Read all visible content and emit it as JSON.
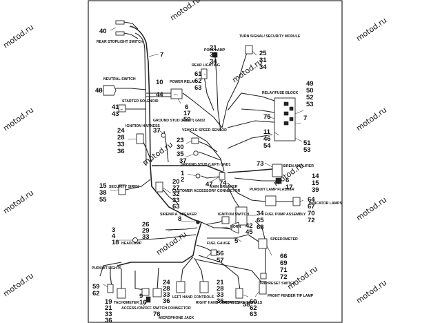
{
  "watermark": "motod.ru",
  "components": {
    "rear_stop": "REAR STOPLIGHT SWITCH",
    "turn_signal": "TURN SIGNAL/ SECURITY MODULE",
    "pole_lamp": "POLE LAMP",
    "rear_lighting": "REAR LIGHTING",
    "neutral_switch": "NEUTRAL SWITCH",
    "power_relay": "POWER RELAY",
    "starter_solenoid": "STARTER SOLENOID",
    "relay_fuse": "RELAY/FUSE BLOCK",
    "ground_stud_right": "GROUND STUD (RIGHT) GND2",
    "ignition_harness": "IGNITION HARNESS",
    "vehicle_speed": "VEHICLE SPEED SENSOR",
    "ground_stud_left": "GROUND STUD (LEFT) GND1",
    "siren_amplifier": "SIREN AMPLIFIER",
    "security_siren": "SECURITY SIREN",
    "customer_accessory": "CUSTOMER ACCESSORY CONNECTOR",
    "main_breaker": "MAIN BREAKER",
    "pursuit_flasher": "PURSUIT LAMP FLASHER",
    "indicator_lamps": "INDICATOR LAMPS",
    "fuel_pump": "FUEL PUMP ASSEMBLY",
    "siren_speaker": "SIREN/P.A. SPEAKER",
    "ignition_switch": "IGNITION SWITCH",
    "horn": "HORN",
    "headlamp": "HEADLAMP",
    "fuel_gauge": "FUEL GAUGE",
    "speedometer": "SPEEDOMETER",
    "pursuit_lights": "PURSUIT LIGHTS",
    "trip_reset": "TRIP/RESET SWITCH",
    "tachometer": "TACHOMETER",
    "accessory_switch": "ACCESS./ON/OFF SWITCH CONNECTOR",
    "left_hand": "LEFT HAND CONTROLS",
    "right_hand": "RIGHT HAND CONTROLS",
    "front_turn": "FRONT TURN SIGNALS",
    "front_fender": "FRONT FENDER TIP LAMP",
    "microphone": "MICROPHONE JACK"
  },
  "callouts": {
    "c40": "40",
    "c7a": "7",
    "c21a": "21",
    "c31a": "31",
    "c34a": "34",
    "c25": "25",
    "c31b": "31",
    "c34b": "34",
    "c61": "61",
    "c62a": "62",
    "c63a": "63",
    "c10": "10",
    "c44": "44",
    "c6": "6",
    "c17a": "17",
    "c50a": "50",
    "c48": "48",
    "c41": "41",
    "c43": "43",
    "c49": "49",
    "c50b": "50",
    "c52": "52",
    "c53a": "53",
    "c75": "75",
    "c7b": "7",
    "c11": "11",
    "c46": "46",
    "c54": "54",
    "c51": "51",
    "c53b": "53",
    "c37a": "37",
    "c24a": "24",
    "c28a": "28",
    "c33a": "33",
    "c36a": "36",
    "c23": "23",
    "c30": "30",
    "c35": "35",
    "c37b": "37",
    "c73": "73",
    "c14": "14",
    "c15a": "15",
    "c39": "39",
    "c1": "1",
    "c2": "2",
    "c47": "47",
    "c74": "74",
    "c6b": "6",
    "c17b": "17",
    "c15b": "15",
    "c38": "38",
    "c55": "55",
    "c20": "20",
    "c27": "27",
    "c32": "32",
    "c33b": "33",
    "c63b": "63",
    "c64": "64",
    "c67": "67",
    "c70": "70",
    "c72a": "72",
    "c34c": "34",
    "c65": "65",
    "c68": "68",
    "c8": "8",
    "c26": "26",
    "c29": "29",
    "c33c": "33",
    "c42": "42",
    "c45": "45",
    "c3": "3",
    "c4": "4",
    "c18": "18",
    "c5": "5",
    "c56": "56",
    "c57": "57",
    "c66": "66",
    "c69": "69",
    "c71": "71",
    "c72b": "72",
    "c59": "59",
    "c62b": "62",
    "c24b": "24",
    "c28b": "28",
    "c33d": "33",
    "c36b": "36",
    "c21b": "21",
    "c28c": "28",
    "c33e": "33",
    "c36c": "36",
    "c19": "19",
    "c21c": "21",
    "c33f": "33",
    "c36d": "36",
    "c9": "9",
    "c16": "16",
    "c76": "76",
    "c58": "58",
    "c60": "60",
    "c62c": "62",
    "c63c": "63"
  }
}
